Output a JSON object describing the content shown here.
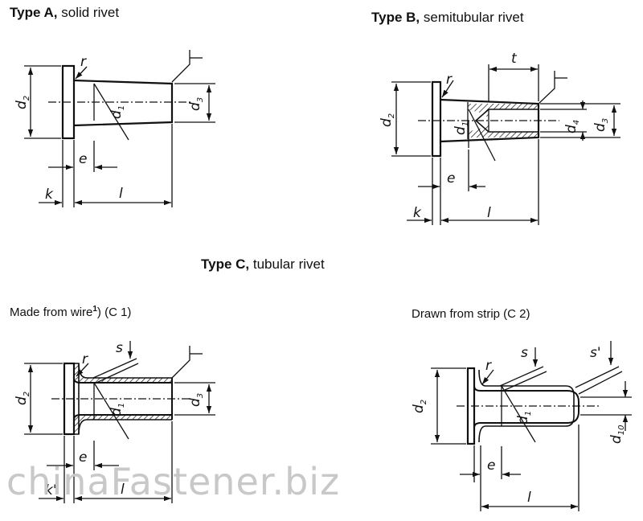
{
  "typeA": {
    "bold": "Type A,",
    "rest": " solid rivet"
  },
  "typeB": {
    "bold": "Type B,",
    "rest": " semitubular rivet"
  },
  "typeC": {
    "bold": "Type C,",
    "rest": " tubular rivet"
  },
  "c1": {
    "text": "Made from wire",
    "sup": "1",
    "after": ") (C 1)"
  },
  "c2": {
    "text": "Drawn from strip (C 2)"
  },
  "labels": {
    "r": "r",
    "d": "d",
    "e": "e",
    "k": "k",
    "k_prime": "k'",
    "l": "l",
    "t": "t",
    "s": "s",
    "s_prime": "s'",
    "sub1": "1",
    "sub2": "2",
    "sub3": "3",
    "sub4": "4",
    "sub10": "10"
  },
  "watermark": "chinaFastener.biz"
}
